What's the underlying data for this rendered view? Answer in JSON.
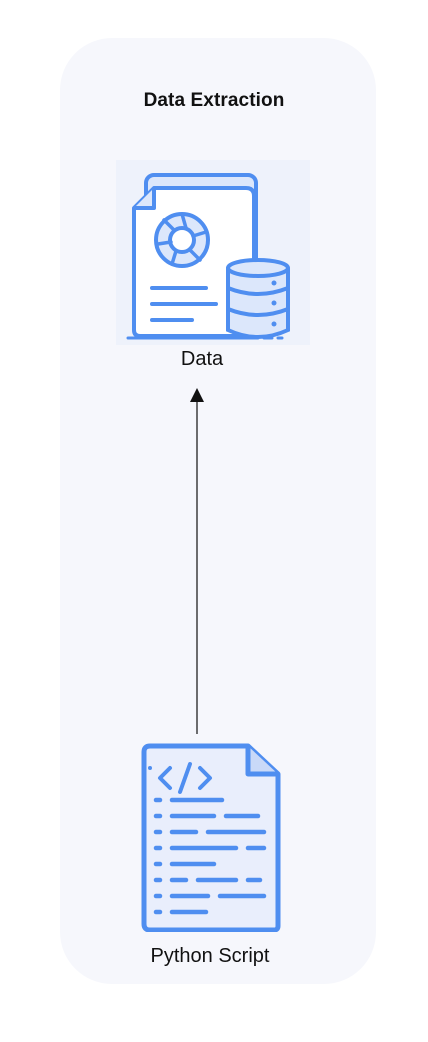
{
  "diagram": {
    "group_title": "Data Extraction",
    "nodes": {
      "data": {
        "label": "Data",
        "icon": "document-database-icon"
      },
      "python_script": {
        "label": "Python Script",
        "icon": "code-file-icon"
      }
    },
    "edges": [
      {
        "from": "Python Script",
        "to": "Data"
      }
    ],
    "colors": {
      "panel_background": "#f6f7fc",
      "icon_blue": "#4f8ef0",
      "icon_light": "#dce7fb",
      "text": "#111111",
      "edge": "#111111"
    }
  }
}
